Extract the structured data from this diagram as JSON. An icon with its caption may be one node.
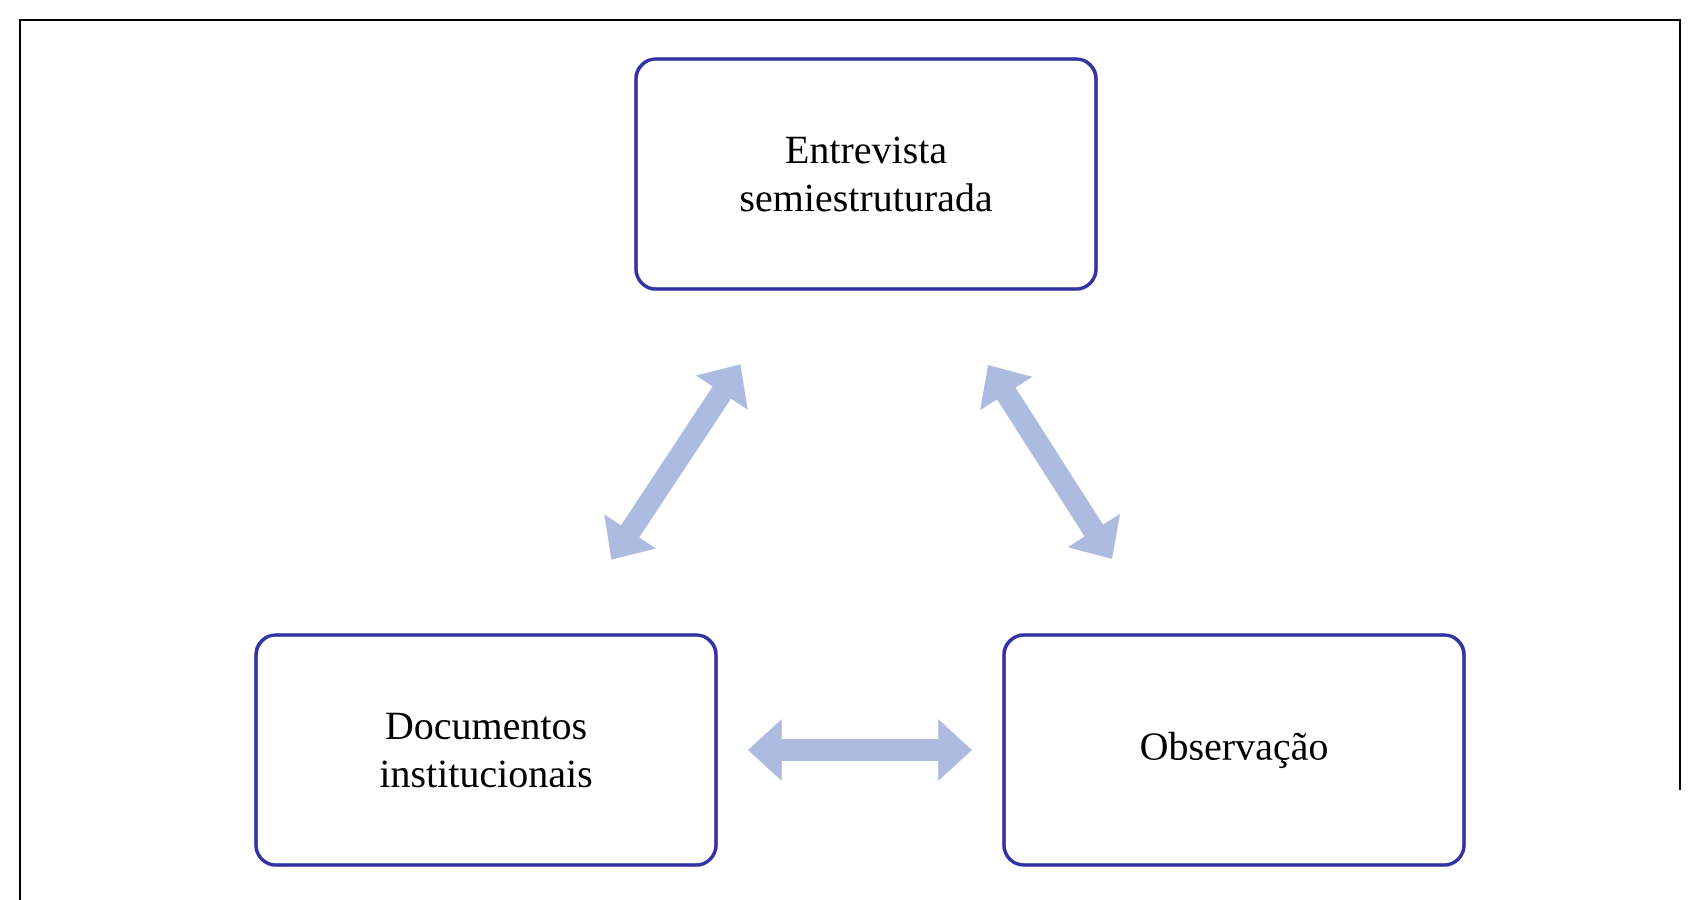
{
  "diagram": {
    "nodes": [
      {
        "text": [
          "Entrevista semiestruturada"
        ]
      },
      {
        "text": [
          "Documentos institucionais"
        ]
      },
      {
        "text": [
          "Observação"
        ]
      }
    ],
    "edges": [
      {
        "from": 0,
        "to": 1,
        "arrow": "both"
      },
      {
        "from": 0,
        "to": 2,
        "arrow": "both"
      },
      {
        "from": 1,
        "to": 2,
        "arrow": "both"
      }
    ]
  }
}
